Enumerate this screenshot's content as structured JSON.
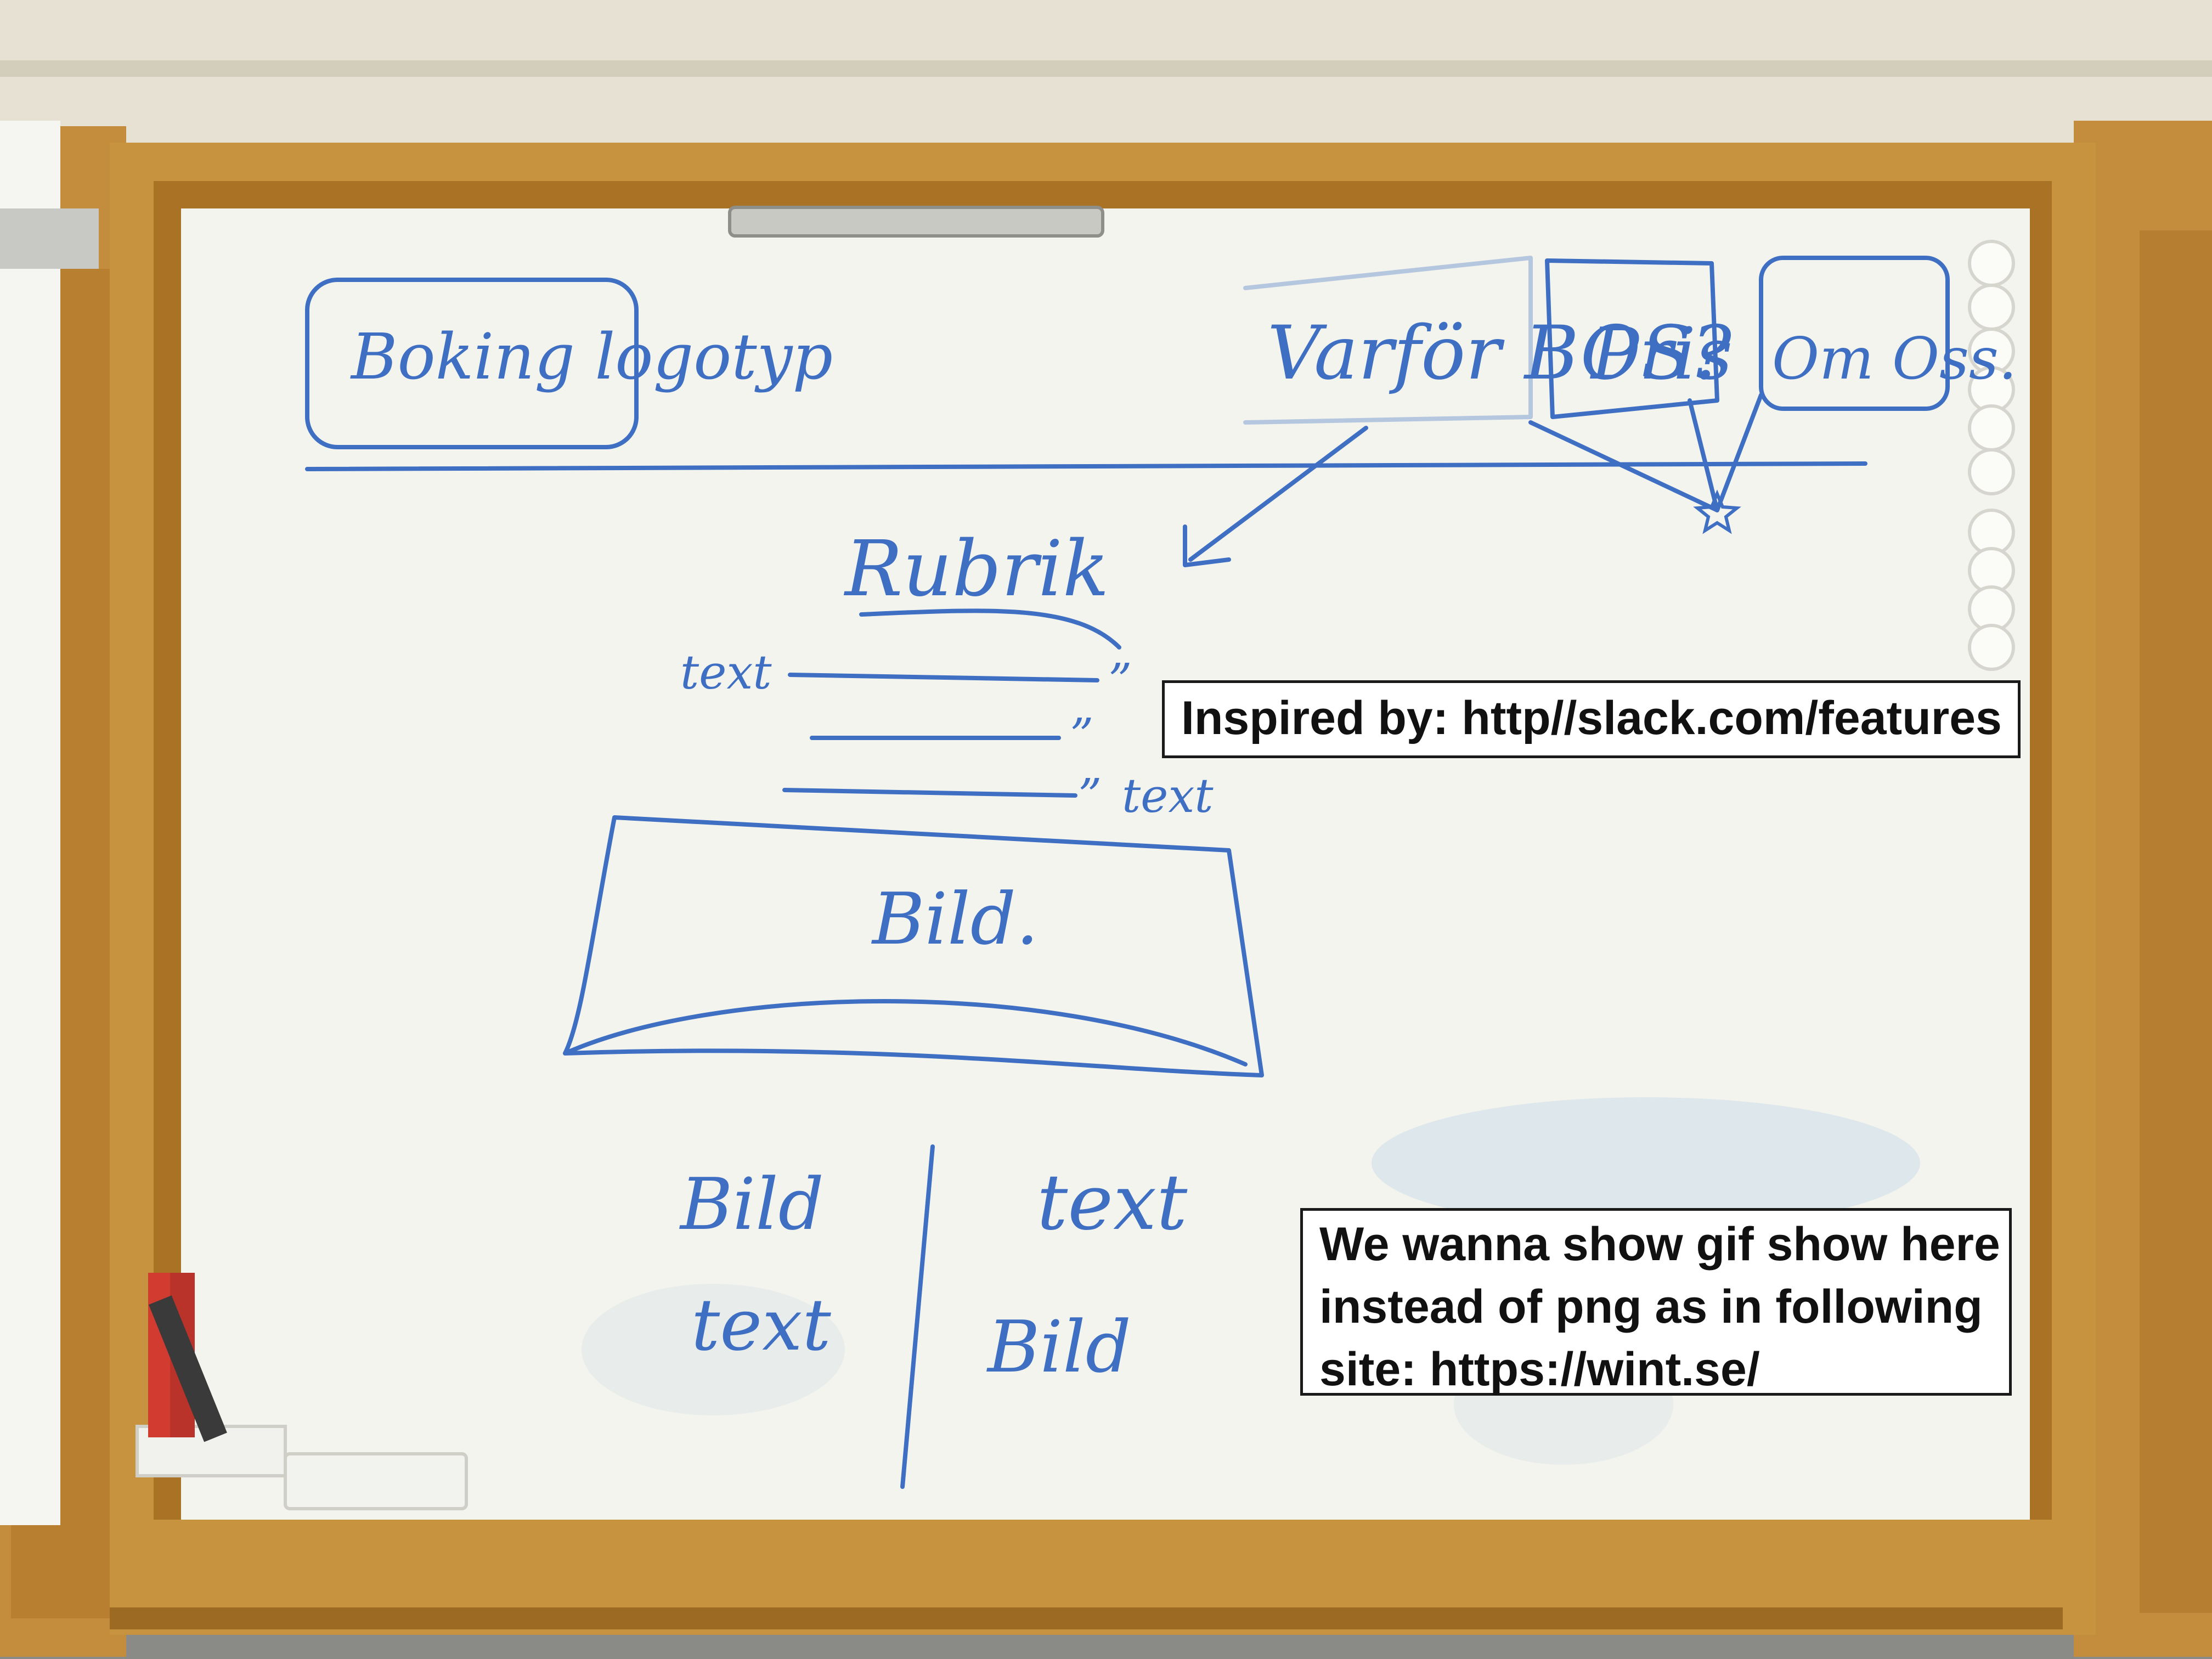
{
  "whiteboard": {
    "header": {
      "logo_box": "Boking logotyp",
      "nav_why": "Varför BOS?",
      "nav_price": "Pris",
      "nav_about": "Om Oss."
    },
    "main": {
      "heading": "Rubrik",
      "text_label_1": "text",
      "ditto_1": "”",
      "ditto_2": "”",
      "ditto_3": "”",
      "text_label_2": "text",
      "image_label": "Bild."
    },
    "grid": {
      "left_top": "Bild",
      "right_top": "text",
      "left_bottom": "text",
      "right_bottom": "Bild"
    }
  },
  "annotations": {
    "inspired": "Inspired by: http//slack.com/features",
    "gif_line_1": "We wanna show gif show here",
    "gif_line_2": "instead of png as in following",
    "gif_line_3": "site: https://wint.se/"
  },
  "colors": {
    "marker_blue": "#3f6fc3",
    "frame_wood": "#c8933f",
    "board_white": "#f4f4ef"
  }
}
